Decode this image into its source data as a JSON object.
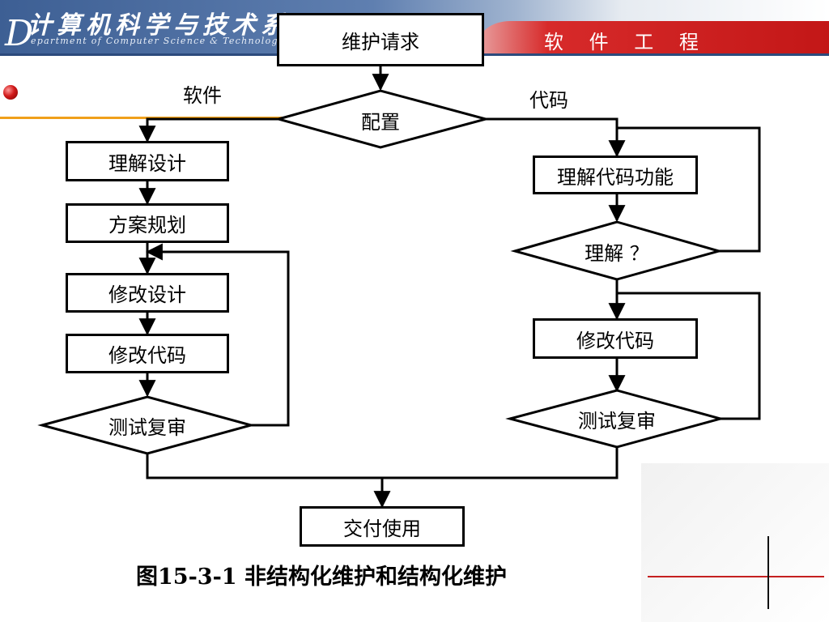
{
  "header": {
    "department_cn": "计算机科学与技术系",
    "department_en": "epartment of Computer Science & Technology",
    "logo_letter": "D",
    "course_title": "软 件 工 程"
  },
  "diagram": {
    "start": "维护请求",
    "decision_config": "配置",
    "branch_left_label": "软件",
    "branch_right_label": "代码",
    "left": {
      "step1": "理解设计",
      "step2": "方案规划",
      "step3": "修改设计",
      "step4": "修改代码",
      "review": "测试复审"
    },
    "right": {
      "step1": "理解代码功能",
      "decision": "理解 ？",
      "step2": "修改代码",
      "review": "测试复审"
    },
    "end": "交付使用"
  },
  "caption": "图15-3-1  非结构化维护和结构化维护",
  "colors": {
    "header_blue": "#3d5f94",
    "header_red": "#c31717",
    "rule_orange": "#f0a01a",
    "bullet_red": "#d11a1a"
  }
}
